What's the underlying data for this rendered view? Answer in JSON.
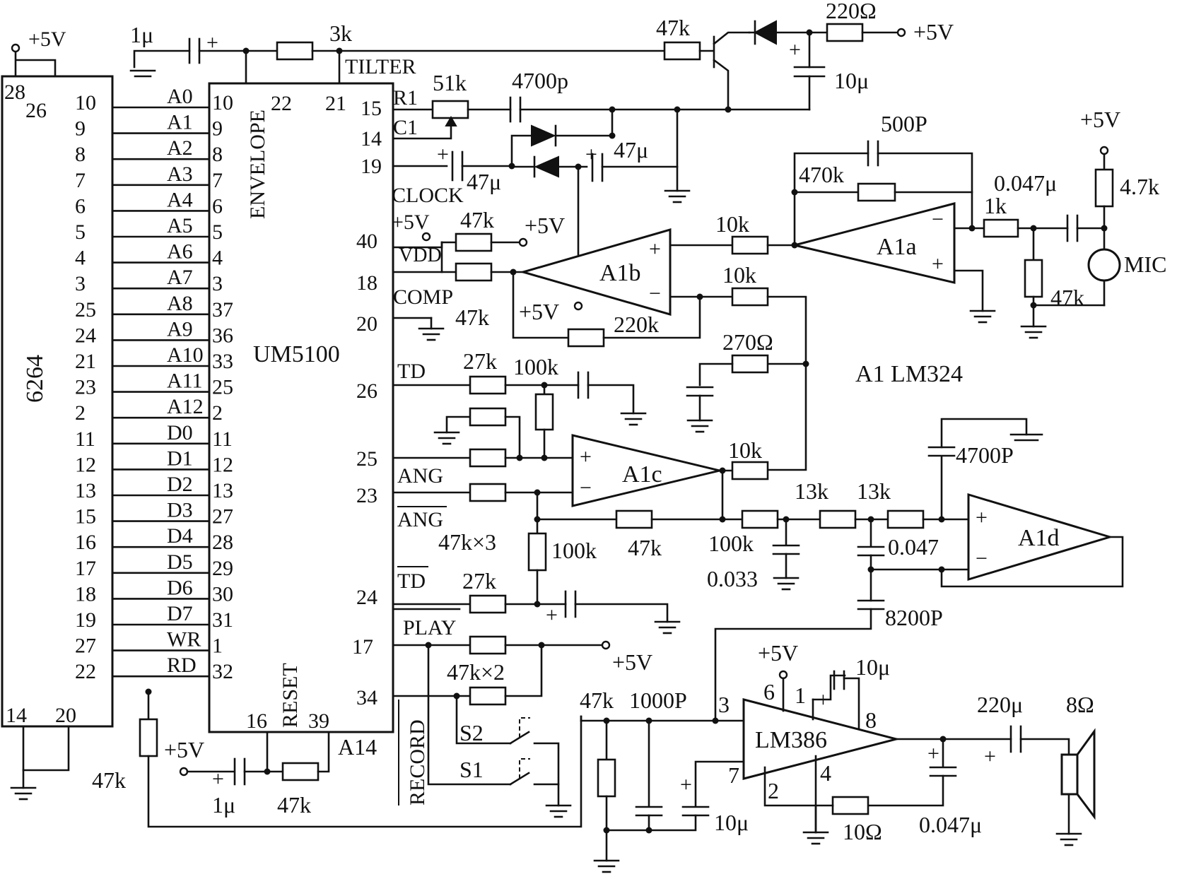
{
  "ic_6264": {
    "name": "6264",
    "pins_top": [
      "28",
      "26"
    ],
    "pins_right": [
      "10",
      "9",
      "8",
      "7",
      "6",
      "5",
      "4",
      "3",
      "25",
      "24",
      "21",
      "23",
      "2",
      "11",
      "12",
      "13",
      "15",
      "16",
      "17",
      "18",
      "19",
      "27",
      "22"
    ],
    "pins_bottom": [
      "14",
      "20"
    ],
    "supply": "+5V"
  },
  "bus_labels": [
    "A0",
    "A1",
    "A2",
    "A3",
    "A4",
    "A5",
    "A6",
    "A7",
    "A8",
    "A9",
    "A10",
    "A11",
    "A12",
    "D0",
    "D1",
    "D2",
    "D3",
    "D4",
    "D5",
    "D6",
    "D7",
    "WR",
    "RD"
  ],
  "ic_um5100": {
    "name": "UM5100",
    "pins_left": [
      "10",
      "9",
      "8",
      "7",
      "6",
      "5",
      "4",
      "3",
      "37",
      "36",
      "33",
      "25",
      "2",
      "11",
      "12",
      "13",
      "27",
      "28",
      "29",
      "30",
      "31",
      "1",
      "32"
    ],
    "top_pins": [
      "22",
      "21"
    ],
    "envelope_label": "ENVELOPE",
    "reset_label": "RESET",
    "bottom_pins": [
      "16",
      "39"
    ],
    "right_pins": [
      "15",
      "14",
      "19",
      "40",
      "18",
      "20",
      "26",
      "25",
      "23",
      "24",
      "17",
      "34"
    ],
    "right_labels": {
      "r1": "R1",
      "c1": "C1",
      "clock": "CLOCK",
      "vdd": "VDD",
      "vdd_supply": "+5V",
      "comp": "COMP",
      "td": "TD",
      "ang": "ANG",
      "ang_bar": "ANG",
      "td_bar": "TD",
      "play": "PLAY",
      "record": "RECORD",
      "tilter": "TILTER"
    }
  },
  "op_amps": {
    "a1a": "A1a",
    "a1b": "A1b",
    "a1c": "A1c",
    "a1d": "A1d",
    "note": "A1  LM324"
  },
  "lm386": {
    "name": "LM386",
    "pins": [
      "6",
      "1",
      "8",
      "3",
      "7",
      "2",
      "4"
    ]
  },
  "components": {
    "c_1u_top": "1μ",
    "r_3k": "3k",
    "r_47k_q": "47k",
    "r_220": "220Ω",
    "supply_5v": "+5V",
    "c_10u_top": "10μ",
    "pot_51k": "51k",
    "c_4700p": "4700p",
    "c_47u_a": "47μ",
    "c_47u_b": "47μ",
    "c_500p": "500P",
    "r_470k": "470k",
    "c_0047_mic": "0.047μ",
    "r_1k": "1k",
    "r_47k_mic": "47k",
    "r_4_7k": "4.7k",
    "mic": "MIC",
    "r_47k_vdd": "47k",
    "r_10k_a": "10k",
    "r_10k_b": "10k",
    "r_47k_comp": "47k",
    "r_220k": "220k",
    "r_270": "270Ω",
    "r_27k_td": "27k",
    "r_100k_td": "100k",
    "r_10k_c": "10k",
    "r_47k_x3": "47k×3",
    "r_100k_b": "100k",
    "r_47k_c": "47k",
    "r_100k_c": "100k",
    "c_0033": "0.033",
    "r_13k_a": "13k",
    "r_13k_b": "13k",
    "c_4700p_b": "4700P",
    "c_0047_d": "0.047",
    "c_8200p": "8200P",
    "r_27k_tdb": "27k",
    "r_47k_x2": "47k×2",
    "s2": "S2",
    "s1": "S1",
    "r_47k_rd": "47k",
    "c_1u_rst": "1μ",
    "r_47k_rst": "47k",
    "a14": "A14",
    "r_47k_in": "47k",
    "c_1000p": "1000P",
    "c_10u_386a": "10μ",
    "c_10u_386b": "10μ",
    "r_10": "10Ω",
    "c_0047_out": "0.047μ",
    "c_220u": "220μ",
    "spk": "8Ω"
  }
}
